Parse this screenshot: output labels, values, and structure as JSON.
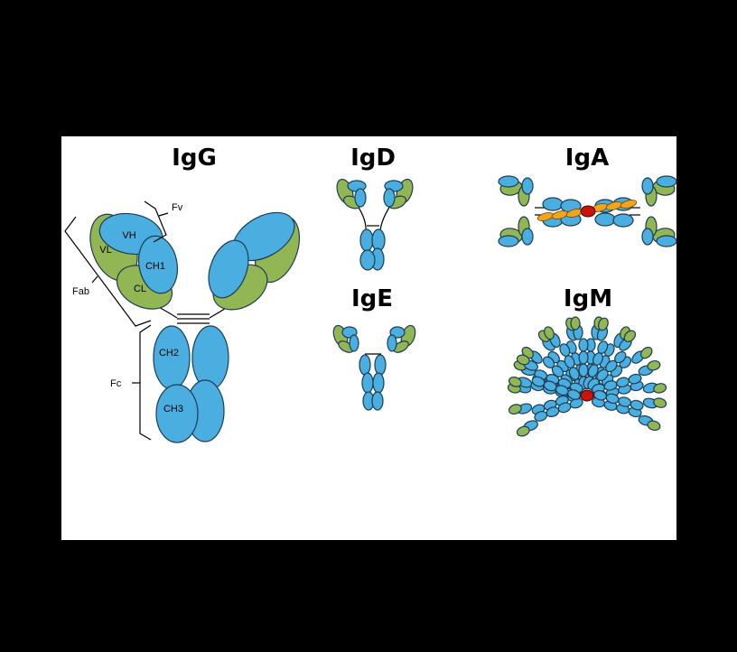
{
  "titles": {
    "igg": "IgG",
    "igd": "IgD",
    "iga": "IgA",
    "ige": "IgE",
    "igm": "IgM"
  },
  "igg_labels": {
    "fv": "Fv",
    "fab": "Fab",
    "fc": "Fc",
    "vh": "VH",
    "vl": "VL",
    "ch1": "CH1",
    "cl": "CL",
    "ch2": "CH2",
    "ch3": "CH3"
  },
  "colors": {
    "heavy_chain": "#4aaee0",
    "light_chain": "#93b654",
    "j_chain": "#c8140a",
    "secretory_component": "#f2a51c",
    "background": "#000000",
    "panel": "#ffffff"
  }
}
